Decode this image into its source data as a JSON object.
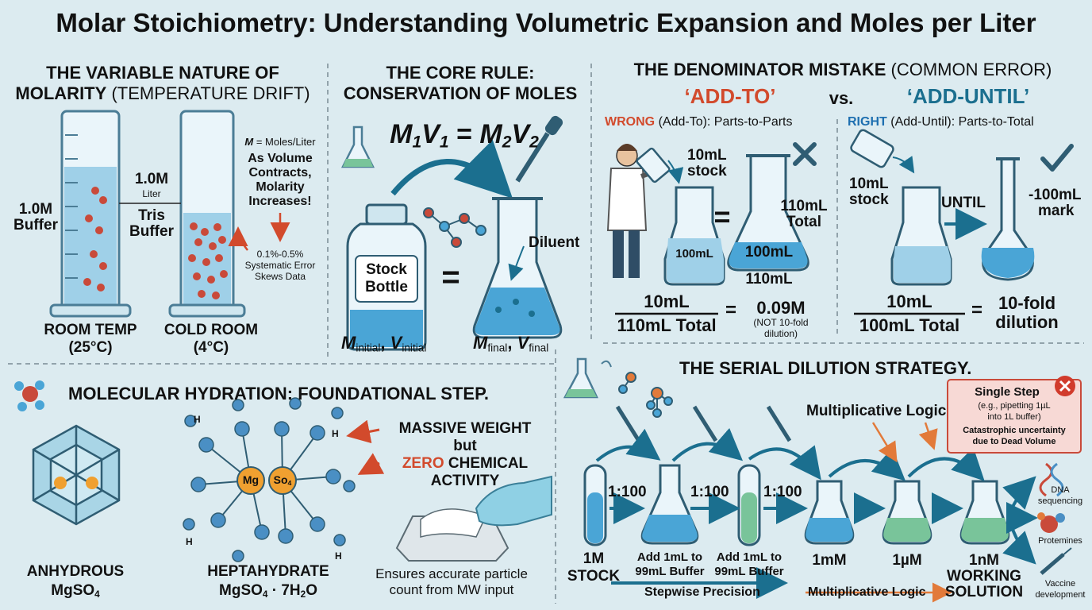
{
  "title": "Molar Stoichiometry: Understanding Volumetric Expansion and Moles per Liter",
  "colors": {
    "background": "#dcebf0",
    "accent_red": "#d24a2c",
    "accent_teal": "#1b6f8f",
    "liquid_blue": "#4aa5d6",
    "liquid_green": "#79c49a",
    "divider": "#7a8b94"
  },
  "panel1": {
    "heading_line1": "THE VARIABLE NATURE OF",
    "heading_line2_bold": "MOLARITY",
    "heading_line2_rest": "(TEMPERATURE DRIFT)",
    "left_label_1": "1.0M",
    "left_label_2": "Buffer",
    "center_label_1": "1.0M",
    "center_label_2": "Liter",
    "center_label_3": "Tris",
    "center_label_4": "Buffer",
    "note_formula_m": "M",
    "note_formula_rest": "= Moles/Liter",
    "note_1": "As Volume",
    "note_2": "Contracts,",
    "note_3": "Molarity",
    "note_4": "Increases!",
    "error_1": "0.1%-0.5%",
    "error_2": "Systematic Error",
    "error_3": "Skews Data",
    "room_1": "ROOM TEMP",
    "room_2": "(25°C)",
    "cold_1": "COLD ROOM",
    "cold_2": "(4°C)"
  },
  "panel2": {
    "heading_1": "THE CORE RULE:",
    "heading_2": "CONSERVATION OF MOLES",
    "eq_m1": "M",
    "eq_s1": "1",
    "eq_v1": "V",
    "eq_s2": "1",
    "eq_eq": "=",
    "eq_m2": "M",
    "eq_s3": "2",
    "eq_v2": "V",
    "eq_s4": "2",
    "stock_1": "Stock",
    "stock_2": "Bottle",
    "equals": "=",
    "diluent": "Diluent",
    "init_m": "M",
    "init_m_sub": "initial",
    "init_v": "V",
    "init_v_sub": "initial",
    "final_m": "M",
    "final_m_sub": "final",
    "final_v": "V",
    "final_v_sub": "final",
    "comma": ","
  },
  "panel3": {
    "heading_bold": "THE DENOMINATOR MISTAKE",
    "heading_rest": "(COMMON ERROR)",
    "add_to": "‘ADD-TO’",
    "vs": "vs.",
    "add_until": "‘ADD-UNTIL’",
    "wrong_word": "WRONG",
    "wrong_rest": "(Add-To): Parts-to-Parts",
    "right_word": "RIGHT",
    "right_rest": "(Add-Until): Parts-to-Total",
    "w_stock_1": "10mL",
    "w_stock_2": "stock",
    "w_beaker": "100mL",
    "w_eq": "=",
    "w_flask": "100mL",
    "w_total_1": "110mL",
    "w_total_2": "Total",
    "w_below": "110mL",
    "w_num": "10mL",
    "w_den": "110mL Total",
    "w_equals": "=",
    "w_result": "0.09M",
    "w_note_1": "(NOT 10-fold",
    "w_note_2": "dilution)",
    "r_stock_1": "10mL",
    "r_stock_2": "stock",
    "r_until": "UNTIL",
    "r_mark_1": "-100mL",
    "r_mark_2": "mark",
    "r_num": "10mL",
    "r_den": "100mL Total",
    "r_equals": "=",
    "r_result_1": "10-fold",
    "r_result_2": "dilution"
  },
  "panel4": {
    "heading": "MOLECULAR HYDRATION: FOUNDATIONAL STEP.",
    "massive_1": "MASSIVE WEIGHT",
    "massive_2": "but",
    "zero": "ZERO",
    "chem": "CHEMICAL",
    "activity": "ACTIVITY",
    "mg": "Mg",
    "so4": "So",
    "so4_sub": "4",
    "h": "H",
    "anhydrous_1": "ANHYDROUS",
    "anhydrous_2": "MgSO",
    "anhydrous_sub": "4",
    "hepta_1": "HEPTAHYDRATE",
    "hepta_2a": "MgSO",
    "hepta_2_sub": "4",
    "hepta_2b": " · 7H",
    "hepta_2_sub2": "2",
    "hepta_2c": "O",
    "ensures_1": "Ensures accurate particle",
    "ensures_2": "count from MW input"
  },
  "panel5": {
    "heading": "THE SERIAL DILUTION STRATEGY.",
    "mult_top": "Multiplicative Logic",
    "single_title": "Single Step",
    "single_1": "(e.g., pipetting 1µL",
    "single_2": "into 1L buffer)",
    "single_3": "Catastrophic uncertainty",
    "single_4": "due to Dead Volume",
    "ratio_1": "1:100",
    "ratio_2": "1:100",
    "ratio_3": "1:100",
    "stock_1": "1M",
    "stock_2": "STOCK",
    "add_a1": "Add 1mL to",
    "add_a2": "99mL Buffer",
    "add_b1": "Add 1mL to",
    "add_b2": "99mL Buffer",
    "mm": "1mM",
    "um": "1µM",
    "nm_1": "1nM",
    "nm_2": "WORKING",
    "nm_3": "SOLUTION",
    "stepwise": "Stepwise Precision",
    "mult_bottom": "Multiplicative Logic",
    "dna_1": "DNA",
    "dna_2": "sequencing",
    "prot": "Protemines",
    "vacc_1": "Vaccine",
    "vacc_2": "development"
  }
}
